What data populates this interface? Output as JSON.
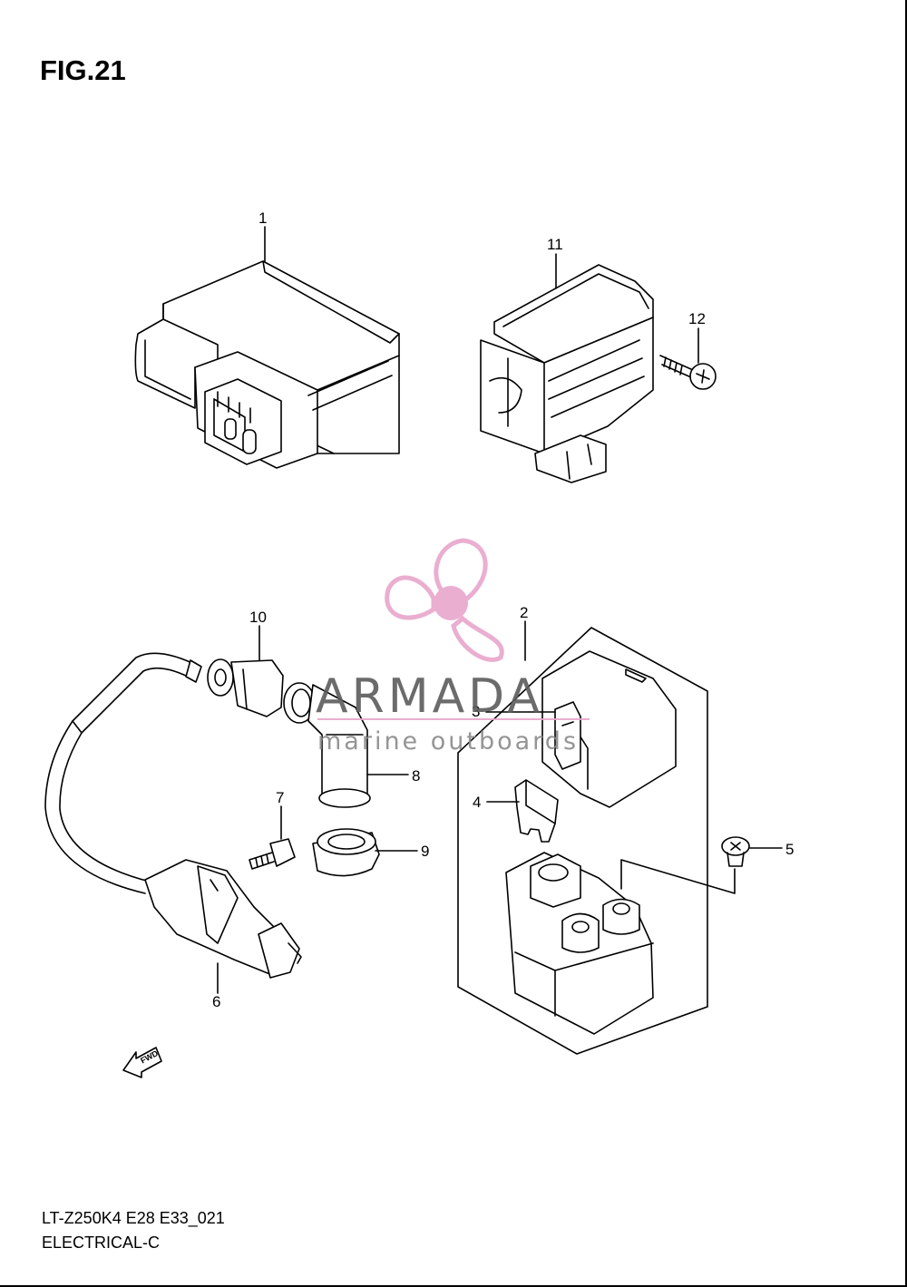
{
  "figure": {
    "title": "FIG.21",
    "code": "LT-Z250K4 E28 E33_021",
    "section": "ELECTRICAL-C"
  },
  "watermark": {
    "brand": "ARMADA",
    "tagline": "marine outboards",
    "accent_color": "#e8a6cc"
  },
  "callouts": [
    "1",
    "2",
    "3",
    "4",
    "5",
    "6",
    "7",
    "8",
    "9",
    "10",
    "11",
    "12"
  ],
  "fwd_label": "FWD"
}
